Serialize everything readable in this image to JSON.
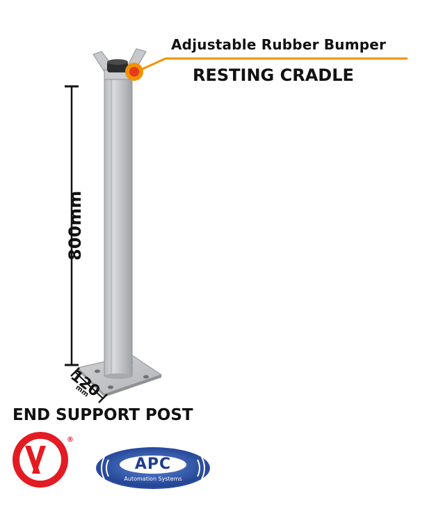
{
  "callout": {
    "label": "Adjustable Rubber Bumper",
    "title": "RESTING CRADLE",
    "accent_color": "#f39200",
    "dot_color": "#e73a1a"
  },
  "dimensions": {
    "height": "800mm",
    "base_number": "120",
    "base_unit": "mm"
  },
  "product": {
    "title": "END SUPPORT POST"
  },
  "logos": {
    "v2": {
      "text": "V2",
      "registered": "®",
      "color": "#e31b23",
      "icon": "v2-logo-icon"
    },
    "apc": {
      "name": "APC",
      "subtitle": "Automation Systems",
      "color": "#1f3d8f",
      "icon": "apc-logo-icon"
    }
  }
}
